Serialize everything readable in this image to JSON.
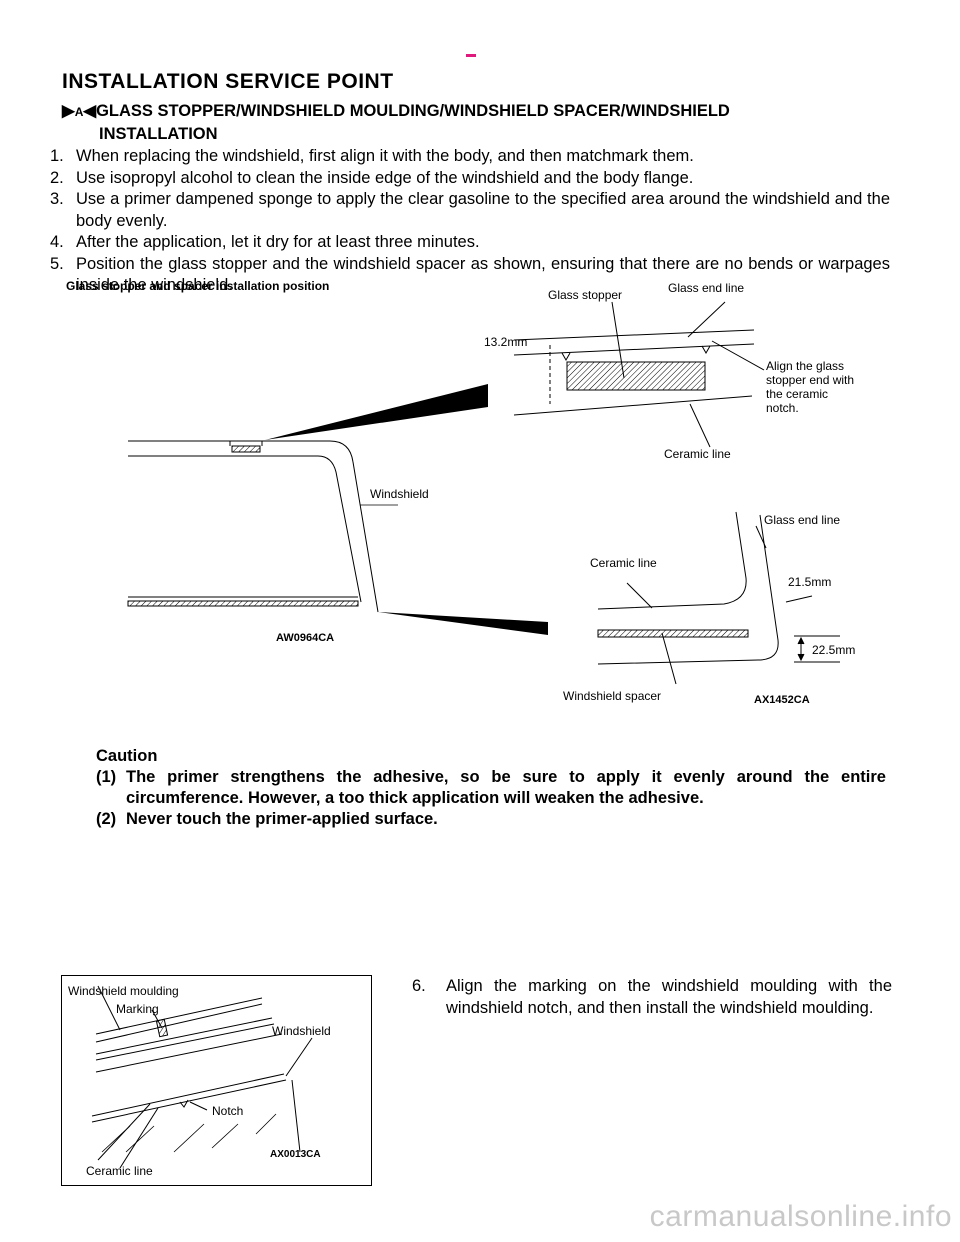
{
  "section_title": "INSTALLATION SERVICE POINT",
  "sub_heading": {
    "marker_letter": "A",
    "line1": "GLASS STOPPER/WINDSHIELD MOULDING/WINDSHIELD SPACER/WINDSHIELD",
    "line2": "INSTALLATION"
  },
  "steps": [
    {
      "num": "1.",
      "text": "When replacing the windshield, first align it with the body, and then matchmark them."
    },
    {
      "num": "2.",
      "text": "Use isopropyl alcohol to clean the inside edge of the windshield and the body flange."
    },
    {
      "num": "3.",
      "text": "Use a primer dampened sponge to apply the clear gasoline to the specified area around the windshield and the body evenly."
    },
    {
      "num": "4.",
      "text": "After the application, let it dry for at least three minutes."
    },
    {
      "num": "5.",
      "text": "Position the glass stopper and the windshield spacer as shown, ensuring that there are no bends or warpages inside the windshield."
    }
  ],
  "figure1": {
    "caption": "Glass stopper and spacer installation position",
    "windshield_label": "Windshield",
    "code_left": "AW0964CA",
    "glass_stopper_label": "Glass stopper",
    "glass_end_line_top": "Glass end line",
    "dim_top": "13.2mm",
    "align_note": [
      "Align the glass",
      "stopper end with",
      "the ceramic",
      "notch."
    ],
    "ceramic_line_top": "Ceramic line",
    "glass_end_line_bottom": "Glass end line",
    "ceramic_line_bottom": "Ceramic line",
    "dim_a": "21.5mm",
    "dim_b": "22.5mm",
    "spacer_label": "Windshield spacer",
    "code_right": "AX1452CA"
  },
  "caution": {
    "title": "Caution",
    "items": [
      {
        "num": "(1)",
        "text": "The primer strengthens the adhesive, so be sure to apply it evenly around the entire circumference. However, a too thick application will weaken the adhesive."
      },
      {
        "num": "(2)",
        "text": "Never touch the primer-applied surface."
      }
    ]
  },
  "figure2": {
    "moulding_label": "Windshield moulding",
    "marking_label": "Marking",
    "windshield_label": "Windshield",
    "notch_label": "Notch",
    "ceramic_label": "Ceramic line",
    "code": "AX0013CA"
  },
  "step6": {
    "num": "6.",
    "text": "Align the marking on the windshield moulding with the windshield notch, and then install the windshield moulding."
  },
  "footer": "carmanualsonline.info",
  "colors": {
    "accent_dash": "#e0197d",
    "watermark": "#c8c8c8"
  }
}
